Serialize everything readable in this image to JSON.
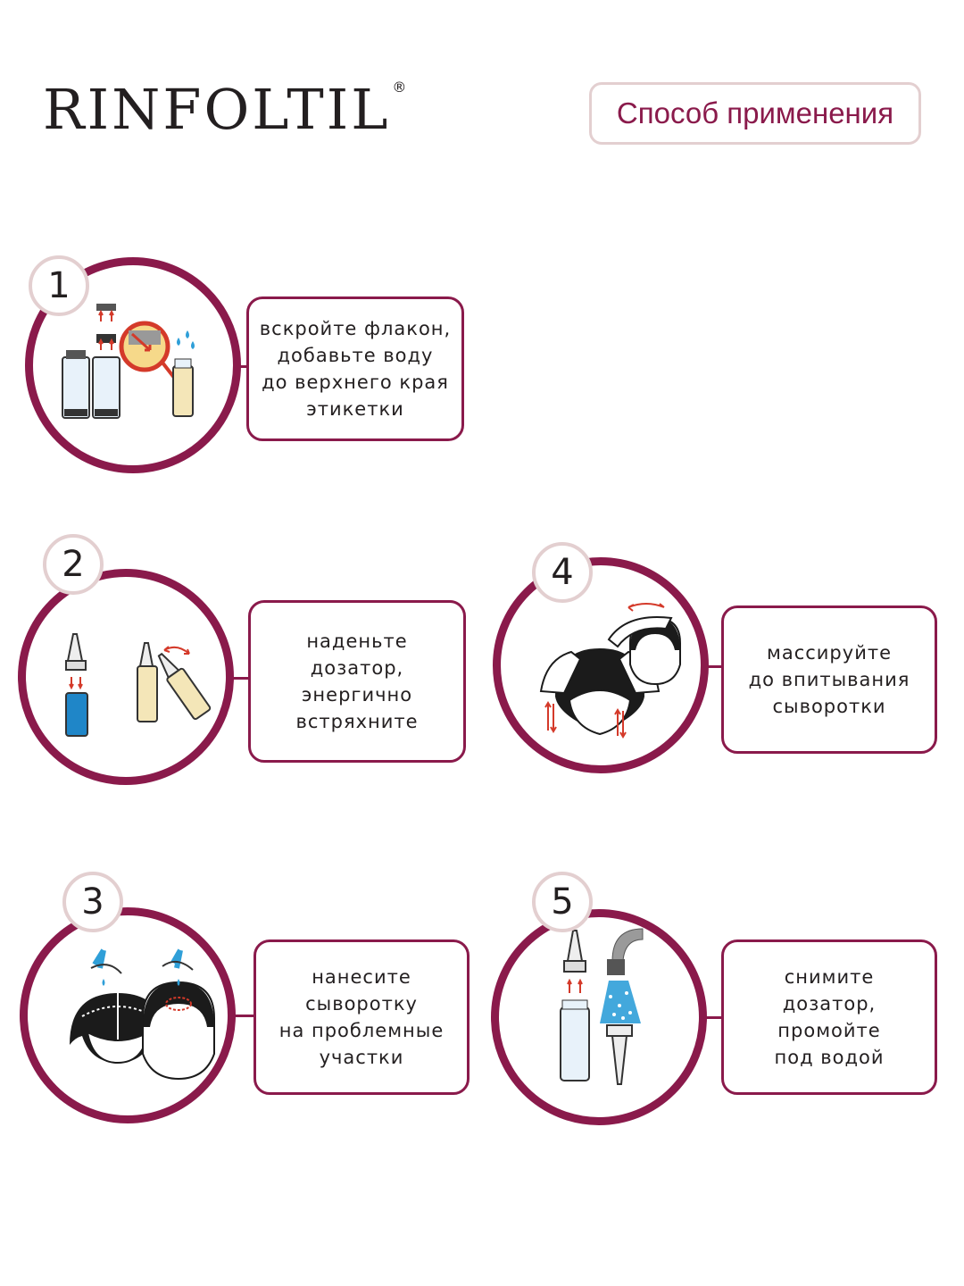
{
  "brand": {
    "name": "RINFOLTIL",
    "registered_mark": "®"
  },
  "header": {
    "title": "Способ применения"
  },
  "colors": {
    "accent": "#8a1a4b",
    "badge_border": "#e3cfd0",
    "water": "#2f9fd8",
    "arrow": "#d43a2a"
  },
  "steps": [
    {
      "number": "1",
      "icon": "vial-open-add-water-icon",
      "lines": [
        "вскройте флакон,",
        "добавьте воду",
        "до верхнего края",
        "этикетки"
      ]
    },
    {
      "number": "2",
      "icon": "attach-dispenser-shake-icon",
      "lines": [
        "наденьте",
        "дозатор,",
        "энергично",
        "встряхните"
      ]
    },
    {
      "number": "3",
      "icon": "apply-serum-scalp-icon",
      "lines": [
        "нанесите",
        "сыворотку",
        "на проблемные",
        "участки"
      ]
    },
    {
      "number": "4",
      "icon": "massage-scalp-icon",
      "lines": [
        "массируйте",
        "до впитывания",
        "сыворотки"
      ]
    },
    {
      "number": "5",
      "icon": "remove-rinse-dispenser-icon",
      "lines": [
        "снимите",
        "дозатор,",
        "промойте",
        "под водой"
      ]
    }
  ]
}
